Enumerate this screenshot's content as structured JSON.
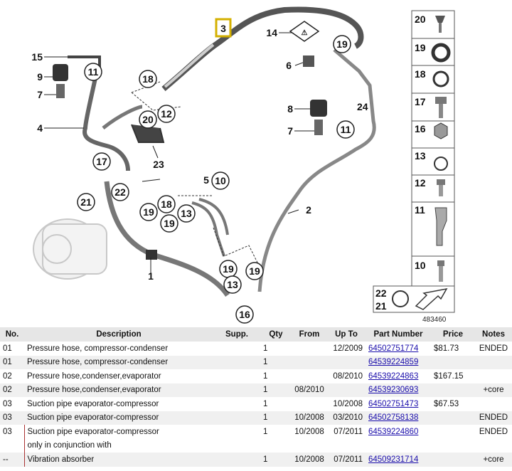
{
  "diagram": {
    "figure_number": "483460",
    "callouts": [
      {
        "id": "c3",
        "label": "3"
      },
      {
        "id": "c14",
        "label": "14"
      },
      {
        "id": "c19a",
        "label": "19"
      },
      {
        "id": "c6",
        "label": "6"
      },
      {
        "id": "c15",
        "label": "15"
      },
      {
        "id": "c9",
        "label": "9"
      },
      {
        "id": "c7a",
        "label": "7"
      },
      {
        "id": "c11a",
        "label": "11"
      },
      {
        "id": "c18a",
        "label": "18"
      },
      {
        "id": "c12",
        "label": "12"
      },
      {
        "id": "c20",
        "label": "20"
      },
      {
        "id": "c4",
        "label": "4"
      },
      {
        "id": "c23",
        "label": "23"
      },
      {
        "id": "c8",
        "label": "8"
      },
      {
        "id": "c24",
        "label": "24"
      },
      {
        "id": "c7b",
        "label": "7"
      },
      {
        "id": "c11b",
        "label": "11"
      },
      {
        "id": "c17",
        "label": "17"
      },
      {
        "id": "c22",
        "label": "22"
      },
      {
        "id": "c21a",
        "label": "21"
      },
      {
        "id": "c5",
        "label": "5"
      },
      {
        "id": "c10a",
        "label": "10"
      },
      {
        "id": "c18b",
        "label": "18"
      },
      {
        "id": "c13a",
        "label": "13"
      },
      {
        "id": "c19b",
        "label": "19"
      },
      {
        "id": "c19c",
        "label": "19"
      },
      {
        "id": "c2",
        "label": "2"
      },
      {
        "id": "c1",
        "label": "1"
      },
      {
        "id": "c19d",
        "label": "19"
      },
      {
        "id": "c19e",
        "label": "19"
      },
      {
        "id": "c13b",
        "label": "13"
      },
      {
        "id": "c16",
        "label": "16"
      }
    ],
    "legend": [
      {
        "label": "20"
      },
      {
        "label": "19"
      },
      {
        "label": "18"
      },
      {
        "label": "17"
      },
      {
        "label": "16"
      },
      {
        "label": "13"
      },
      {
        "label": "12"
      },
      {
        "label": "11"
      },
      {
        "label": "10"
      }
    ],
    "legend_bottom": {
      "a": "22",
      "b": "21"
    }
  },
  "table": {
    "headers": {
      "no": "No.",
      "description": "Description",
      "supp": "Supp.",
      "qty": "Qty",
      "from": "From",
      "upto": "Up To",
      "part": "Part Number",
      "price": "Price",
      "notes": "Notes"
    },
    "rows": [
      {
        "no": "01",
        "description": "Pressure hose, compressor-condenser",
        "supp": "",
        "qty": "1",
        "from": "",
        "upto": "12/2009",
        "part": "64502751774",
        "price": "$81.73",
        "notes": "ENDED"
      },
      {
        "no": "01",
        "description": "Pressure hose, compressor-condenser",
        "supp": "",
        "qty": "1",
        "from": "",
        "upto": "",
        "part": "64539224859",
        "price": "",
        "notes": ""
      },
      {
        "no": "02",
        "description": "Pressure hose,condenser,evaporator",
        "supp": "",
        "qty": "1",
        "from": "",
        "upto": "08/2010",
        "part": "64539224863",
        "price": "$167.15",
        "notes": ""
      },
      {
        "no": "02",
        "description": "Pressure hose,condenser,evaporator",
        "supp": "",
        "qty": "1",
        "from": "08/2010",
        "upto": "",
        "part": "64539230693",
        "price": "",
        "notes": "+core"
      },
      {
        "no": "03",
        "description": "Suction pipe evaporator-compressor",
        "supp": "",
        "qty": "1",
        "from": "",
        "upto": "10/2008",
        "part": "64502751473",
        "price": "$67.53",
        "notes": ""
      },
      {
        "no": "03",
        "description": "Suction pipe evaporator-compressor",
        "supp": "",
        "qty": "1",
        "from": "10/2008",
        "upto": "03/2010",
        "part": "64502758138",
        "price": "",
        "notes": "ENDED"
      },
      {
        "no": "03",
        "description": "Suction pipe evaporator-compressor",
        "supp": "",
        "qty": "1",
        "from": "10/2008",
        "upto": "07/2011",
        "part": "64539224860",
        "price": "",
        "notes": "ENDED"
      },
      {
        "no": "",
        "description": "only in conjunction with",
        "supp": "",
        "qty": "",
        "from": "",
        "upto": "",
        "part": "",
        "price": "",
        "notes": ""
      },
      {
        "no": "--",
        "description": "Vibration absorber",
        "supp": "",
        "qty": "1",
        "from": "10/2008",
        "upto": "07/2011",
        "part": "64509231714",
        "price": "",
        "notes": "+core"
      }
    ]
  }
}
